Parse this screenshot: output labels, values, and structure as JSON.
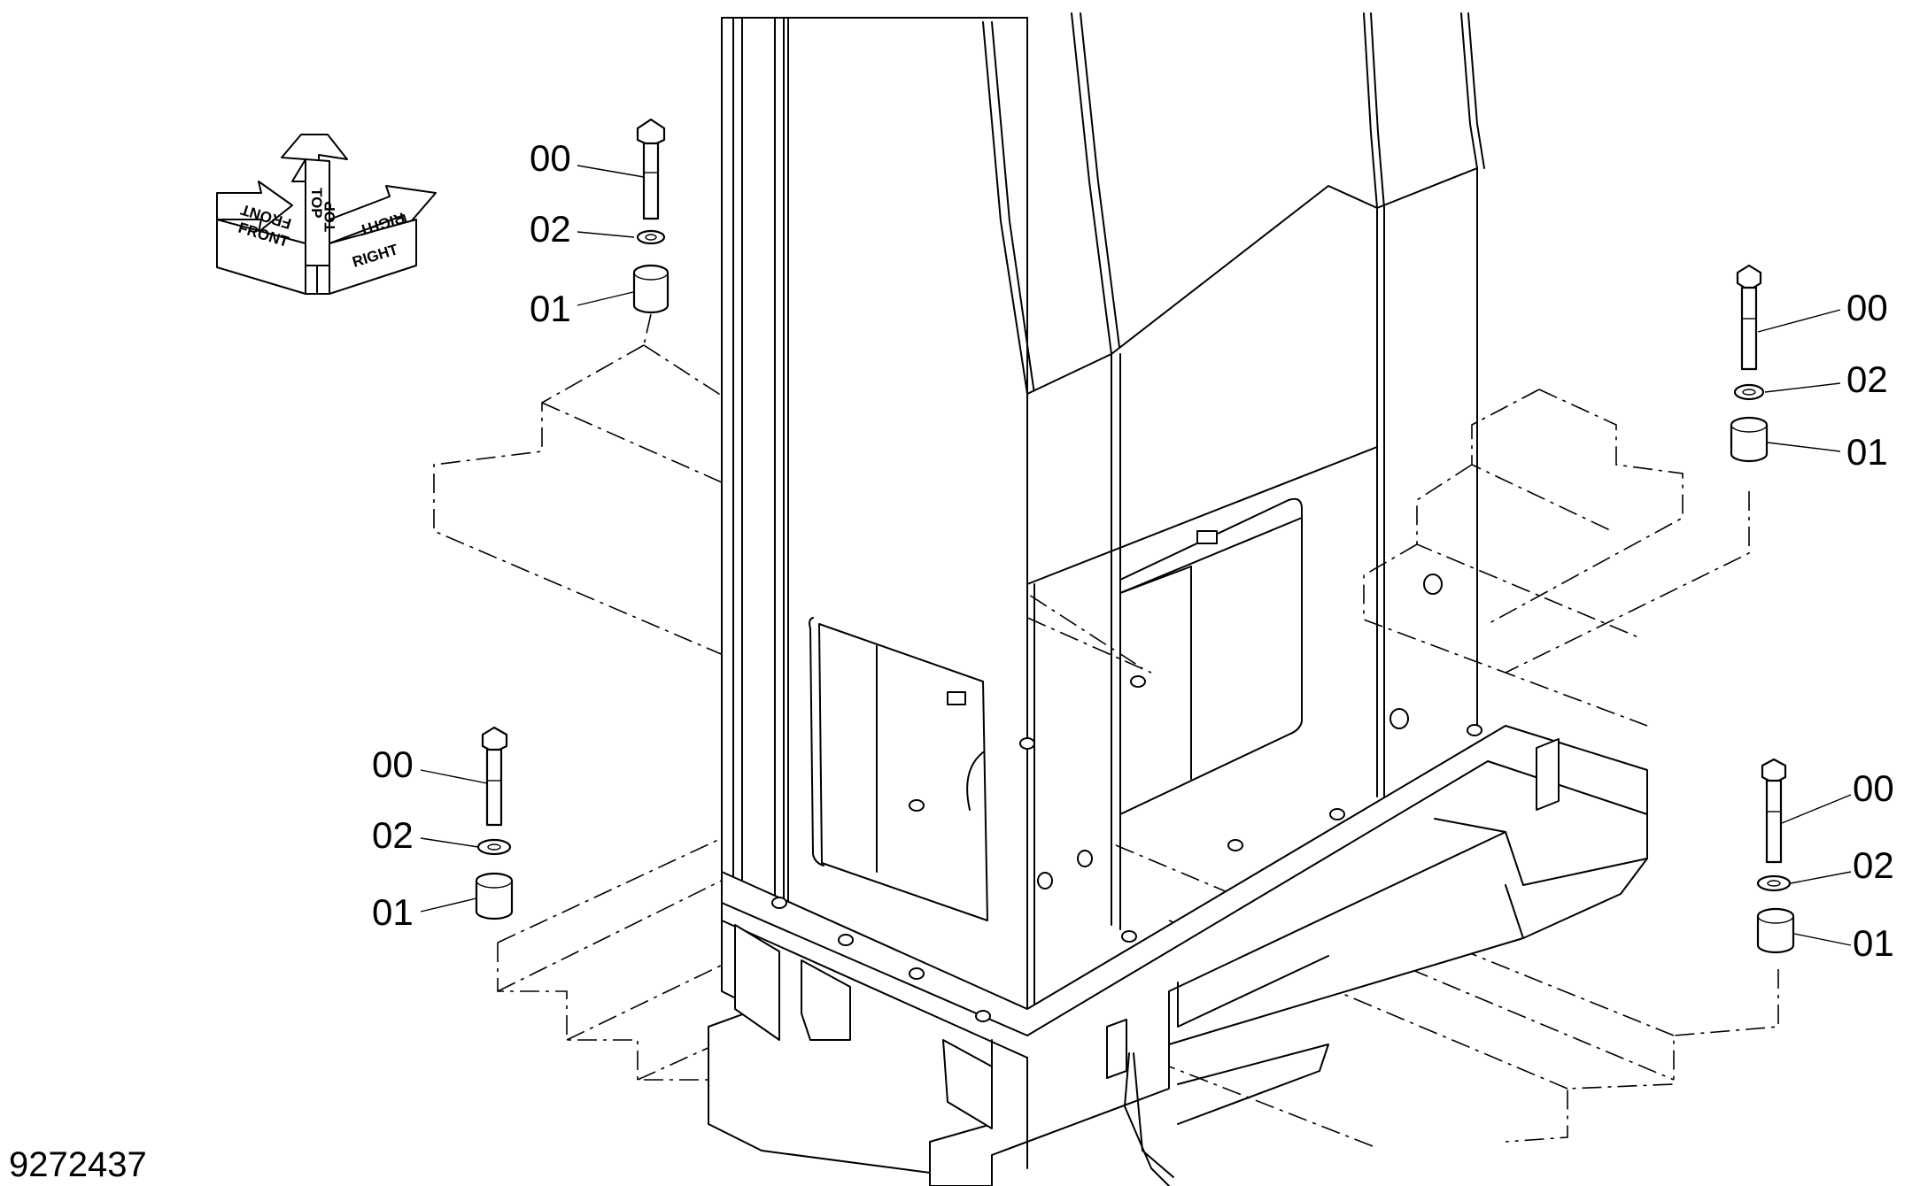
{
  "orientation": {
    "front": "FRONT",
    "top": "TOP",
    "right": "RIGHT"
  },
  "callouts": {
    "bolt": "00",
    "spacer": "01",
    "washer": "02"
  },
  "drawing_number": "9272437"
}
